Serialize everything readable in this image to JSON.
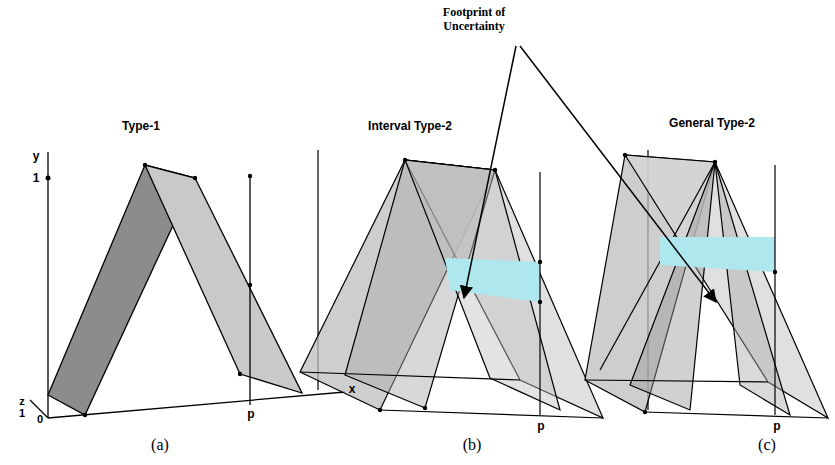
{
  "diagram": {
    "labels": [
      "Footprint of Uncertainty",
      "Type-1",
      "Interval Type-2",
      "General Type-2",
      "y",
      "1",
      "z",
      "1",
      "0",
      "x",
      "p",
      "p",
      "p",
      "(a)",
      "(b)",
      "(c)"
    ]
  }
}
